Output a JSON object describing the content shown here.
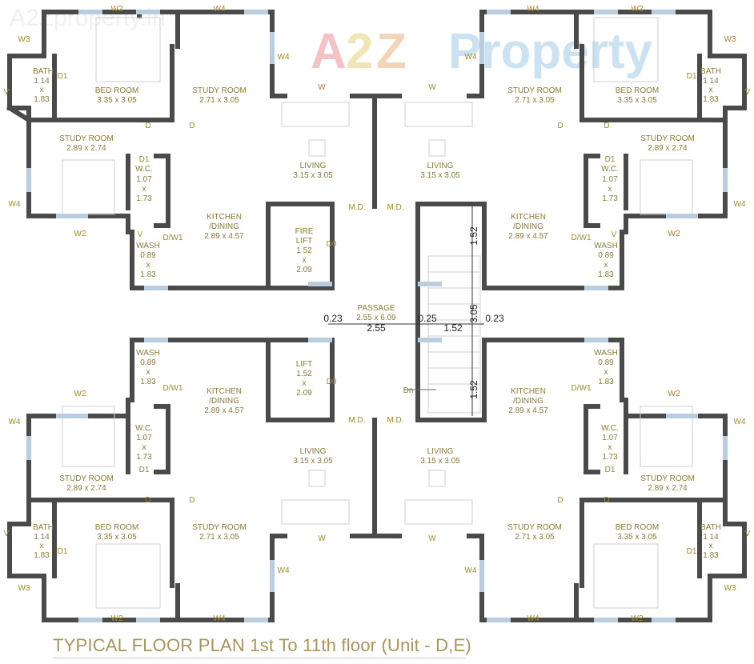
{
  "watermark": {
    "brand_a": "A",
    "brand_2": "2",
    "brand_z": "Z",
    "brand_rest": "Property",
    "faded": "A2Zproperty.in"
  },
  "caption": "TYPICAL FLOOR PLAN 1st To 11th floor (Unit - D,E)",
  "colors": {
    "wall": "#4a4a4a",
    "window": "#b9cde0",
    "label": "#a08a2a",
    "room": "#8a7a3a",
    "caption": "#a8955c"
  },
  "rooms": {
    "bath": {
      "name": "BATH",
      "dim1": "1 14",
      "x": "x",
      "dim2": "1.83"
    },
    "bedroom": {
      "name": "BED ROOM",
      "dims": "3.35 x 3.05"
    },
    "study_a": {
      "name": "STUDY ROOM",
      "dims": "2.71 x 3.05"
    },
    "study_b": {
      "name": "STUDY ROOM",
      "dims": "2.89 x 2.74"
    },
    "wc": {
      "name": "W.C.",
      "dim1": "1.07",
      "x": "x",
      "dim2": "1.73"
    },
    "living": {
      "name": "LIVING",
      "dims": "3.15 x 3.05"
    },
    "kitchen": {
      "name": "KITCHEN",
      "name2": "/DINING",
      "dims": "2.89 x 4.57"
    },
    "wash": {
      "name": "WASH",
      "dim1": "0.89",
      "x": "x",
      "dim2": "1.83"
    },
    "fire_lift": {
      "name": "FIRE",
      "name2": "LIFT",
      "dim1": "1 52",
      "x": "x",
      "dim2": "2.09"
    },
    "lift": {
      "name": "LIFT",
      "dim1": "1.52",
      "x": "x",
      "dim2": "2.09"
    },
    "passage": {
      "name": "PASSAGE",
      "dims": "2.55 x 6.09"
    }
  },
  "labels": {
    "w": "W",
    "w2": "W2",
    "w3": "W3",
    "w4": "W4",
    "d": "D",
    "d1": "D1",
    "dw1": "D/W1",
    "d0": "D0",
    "md": "M.D.",
    "v": "V",
    "dn": "Dn"
  },
  "dimensions": {
    "d023": "0.23",
    "d255": "2.55",
    "d025": "0.25",
    "d152": "1.52",
    "d305": "3.05"
  }
}
